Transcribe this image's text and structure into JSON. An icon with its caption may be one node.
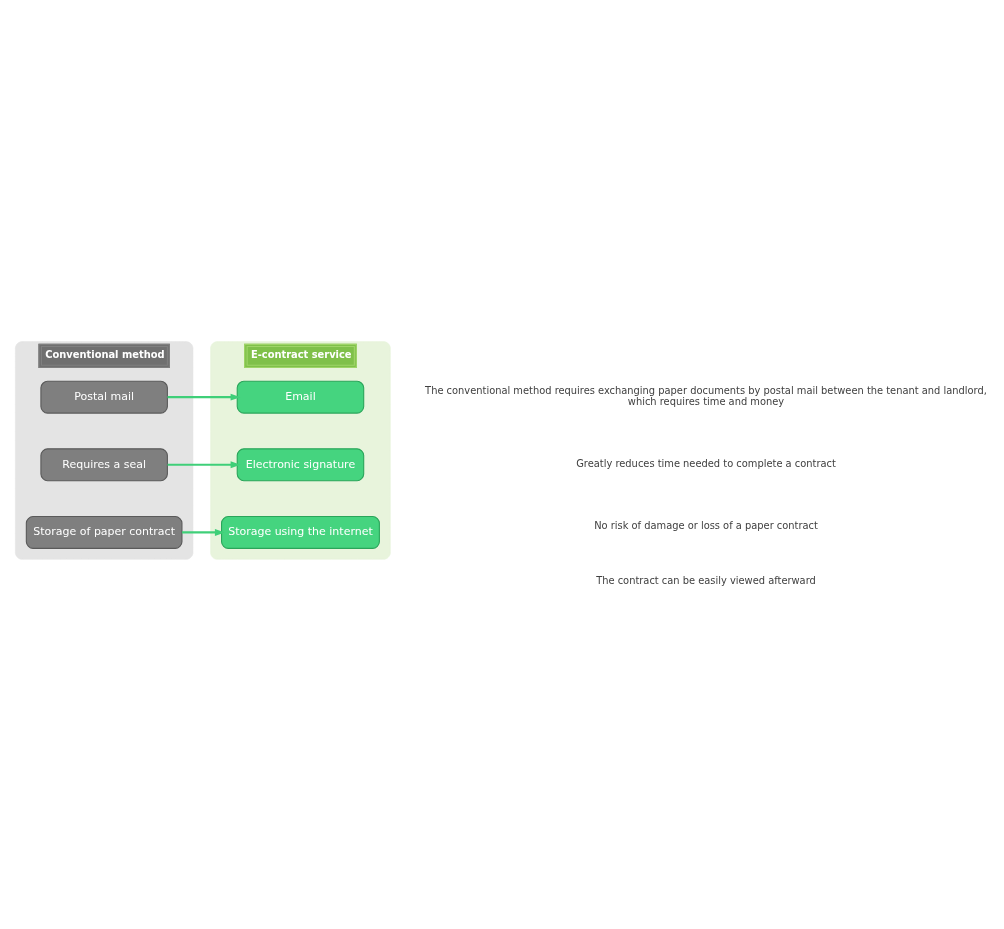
{
  "diagram": {
    "nodes": [
      {
        "text": [
          "Conventional method"
        ]
      },
      {
        "text": [
          "E-contract service"
        ]
      },
      {
        "text": [
          "Postal mail"
        ],
        "in": 0
      },
      {
        "text": [
          "Email"
        ],
        "in": 1
      },
      {
        "text": [
          "Requires a seal"
        ],
        "in": 0
      },
      {
        "text": [
          "Electronic signature"
        ],
        "in": 1
      },
      {
        "text": [
          "Storage of paper contract"
        ],
        "in": 0
      },
      {
        "text": [
          "Storage using the internet"
        ],
        "in": 1
      }
    ],
    "edges": [
      {
        "from": 2,
        "to": 3,
        "arrow": "to"
      },
      {
        "from": 4,
        "to": 5,
        "arrow": "to"
      },
      {
        "from": 6,
        "to": 7,
        "arrow": "to"
      }
    ],
    "labels": [
      "The conventional method requires exchanging paper documents by postal mail between the tenant and landlord, which requires time and money",
      "Greatly reduces time needed to complete a contract",
      "No risk of damage or loss of a paper contract",
      "The contract can be easily viewed afterward"
    ]
  }
}
